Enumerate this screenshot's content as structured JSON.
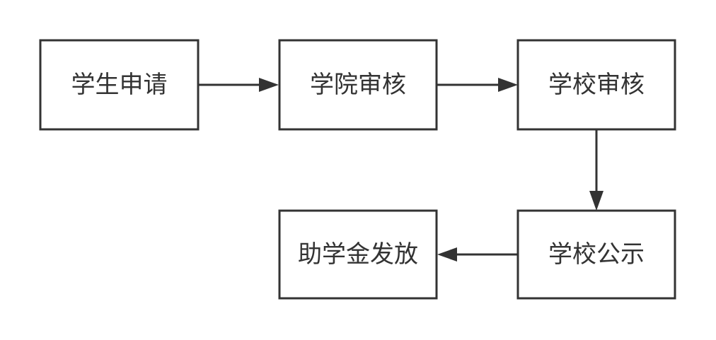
{
  "diagram": {
    "nodes": [
      {
        "id": "student-apply",
        "label": "学生申请"
      },
      {
        "id": "college-review",
        "label": "学院审核"
      },
      {
        "id": "school-review",
        "label": "学校审核"
      },
      {
        "id": "school-publicity",
        "label": "学校公示"
      },
      {
        "id": "grant-issue",
        "label": "助学金发放"
      }
    ],
    "edges": [
      {
        "from": "student-apply",
        "to": "college-review"
      },
      {
        "from": "college-review",
        "to": "school-review"
      },
      {
        "from": "school-review",
        "to": "school-publicity"
      },
      {
        "from": "school-publicity",
        "to": "grant-issue"
      }
    ]
  },
  "colors": {
    "stroke": "#333333",
    "text": "#333333",
    "background": "#ffffff"
  }
}
